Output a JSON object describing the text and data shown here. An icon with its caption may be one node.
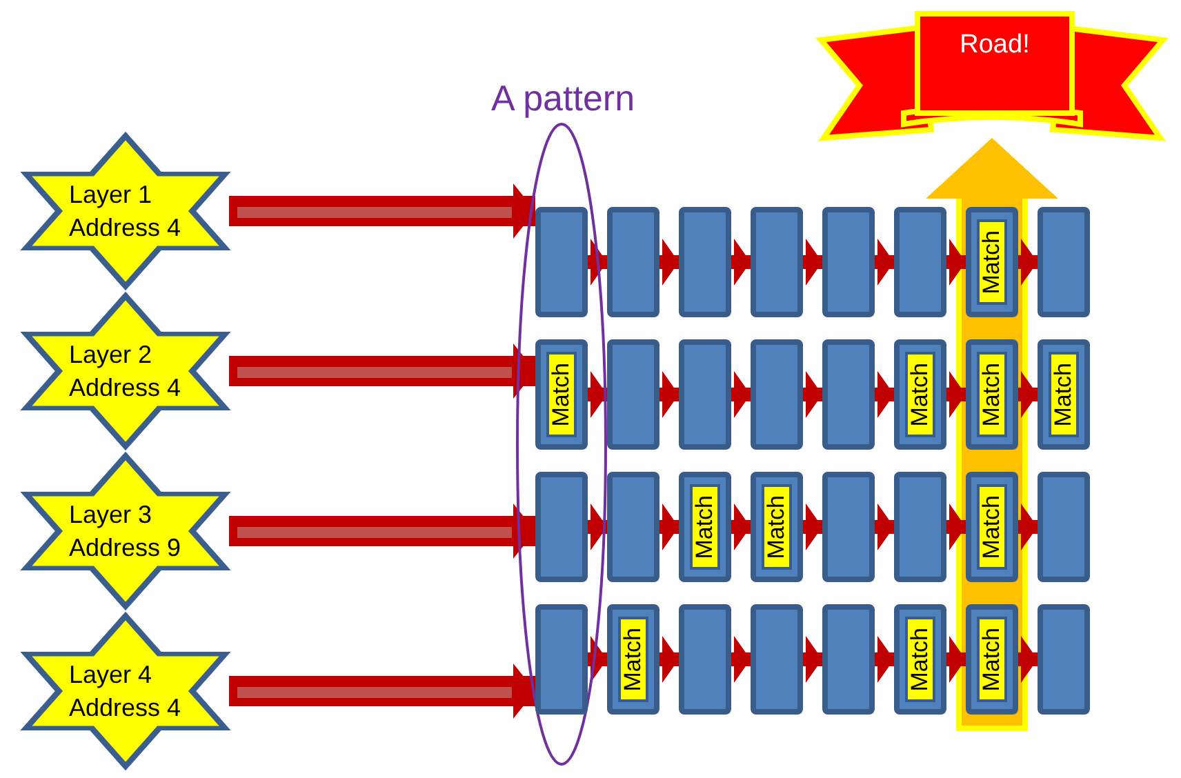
{
  "diagram": {
    "nodes": [
      {
        "text": [
          "Layer 1",
          "Address 4"
        ]
      },
      {
        "text": [
          "Layer 2",
          "Address 4"
        ]
      },
      {
        "text": [
          "Layer 3",
          "Address 9"
        ]
      },
      {
        "text": [
          "Layer 4",
          "Address 4"
        ]
      },
      {
        "text": [
          "A pattern"
        ]
      },
      {
        "text": [
          "Road!"
        ]
      },
      {
        "text": [],
        "shape": "box",
        "in": 4
      },
      {
        "text": [],
        "shape": "box"
      },
      {
        "text": [],
        "shape": "box"
      },
      {
        "text": [],
        "shape": "box"
      },
      {
        "text": [],
        "shape": "box"
      },
      {
        "text": [],
        "shape": "box"
      },
      {
        "text": [
          "Match"
        ]
      },
      {
        "text": [],
        "shape": "box"
      },
      {
        "text": [
          "Match"
        ],
        "in": 4
      },
      {
        "text": [],
        "shape": "box"
      },
      {
        "text": [],
        "shape": "box"
      },
      {
        "text": [],
        "shape": "box"
      },
      {
        "text": [],
        "shape": "box"
      },
      {
        "text": [
          "Match"
        ]
      },
      {
        "text": [
          "Match"
        ]
      },
      {
        "text": [
          "Match"
        ]
      },
      {
        "text": [],
        "shape": "box",
        "in": 4
      },
      {
        "text": [],
        "shape": "box"
      },
      {
        "text": [
          "Match"
        ]
      },
      {
        "text": [
          "Match"
        ]
      },
      {
        "text": [],
        "shape": "box"
      },
      {
        "text": [],
        "shape": "box"
      },
      {
        "text": [
          "Match"
        ]
      },
      {
        "text": [],
        "shape": "box"
      },
      {
        "text": [],
        "shape": "box",
        "in": 4
      },
      {
        "text": [
          "Match"
        ]
      },
      {
        "text": [],
        "shape": "box"
      },
      {
        "text": [],
        "shape": "box"
      },
      {
        "text": [],
        "shape": "box"
      },
      {
        "text": [
          "Match"
        ]
      },
      {
        "text": [
          "Match"
        ]
      },
      {
        "text": [],
        "shape": "box"
      }
    ],
    "edges": [
      {
        "from": 0,
        "to": 6,
        "arrow": "to",
        "style": "thick"
      },
      {
        "from": 1,
        "to": 14,
        "arrow": "to",
        "style": "thick"
      },
      {
        "from": 2,
        "to": 22,
        "arrow": "to",
        "style": "thick"
      },
      {
        "from": 3,
        "to": 30,
        "arrow": "to",
        "style": "thick"
      },
      {
        "from": 6,
        "to": 7,
        "arrow": "to"
      },
      {
        "from": 7,
        "to": 8,
        "arrow": "to"
      },
      {
        "from": 8,
        "to": 9,
        "arrow": "to"
      },
      {
        "from": 9,
        "to": 10,
        "arrow": "to"
      },
      {
        "from": 10,
        "to": 11,
        "arrow": "to"
      },
      {
        "from": 11,
        "to": 12,
        "arrow": "to"
      },
      {
        "from": 12,
        "to": 13,
        "arrow": "to"
      },
      {
        "from": 14,
        "to": 15,
        "arrow": "to"
      },
      {
        "from": 15,
        "to": 16,
        "arrow": "to"
      },
      {
        "from": 16,
        "to": 17,
        "arrow": "to"
      },
      {
        "from": 17,
        "to": 18,
        "arrow": "to"
      },
      {
        "from": 18,
        "to": 19,
        "arrow": "to"
      },
      {
        "from": 19,
        "to": 20,
        "arrow": "to"
      },
      {
        "from": 20,
        "to": 21,
        "arrow": "to"
      },
      {
        "from": 22,
        "to": 23,
        "arrow": "to"
      },
      {
        "from": 23,
        "to": 24,
        "arrow": "to"
      },
      {
        "from": 24,
        "to": 25,
        "arrow": "to"
      },
      {
        "from": 25,
        "to": 26,
        "arrow": "to"
      },
      {
        "from": 26,
        "to": 27,
        "arrow": "to"
      },
      {
        "from": 27,
        "to": 28,
        "arrow": "to"
      },
      {
        "from": 28,
        "to": 29,
        "arrow": "to"
      },
      {
        "from": 30,
        "to": 31,
        "arrow": "to"
      },
      {
        "from": 31,
        "to": 32,
        "arrow": "to"
      },
      {
        "from": 32,
        "to": 33,
        "arrow": "to"
      },
      {
        "from": 33,
        "to": 34,
        "arrow": "to"
      },
      {
        "from": 34,
        "to": 35,
        "arrow": "to"
      },
      {
        "from": 35,
        "to": 36,
        "arrow": "to"
      },
      {
        "from": 36,
        "to": 37,
        "arrow": "to"
      },
      {
        "from": 12,
        "to": 5,
        "arrow": "to",
        "style": "thick",
        "color": "#ffc000"
      }
    ]
  }
}
